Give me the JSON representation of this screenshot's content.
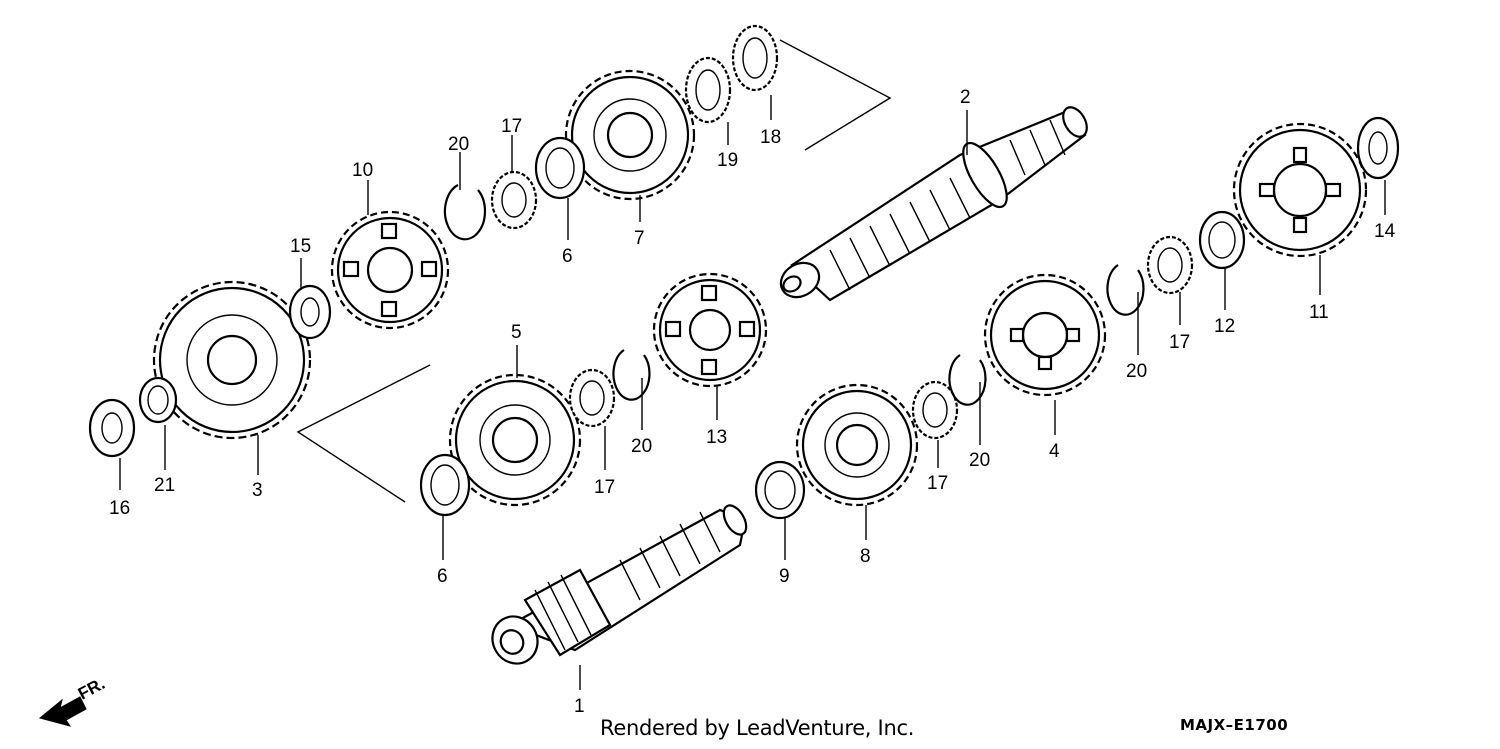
{
  "callouts": {
    "c1": "1",
    "c2": "2",
    "c3": "3",
    "c4": "4",
    "c5": "5",
    "c6a": "6",
    "c6b": "6",
    "c7": "7",
    "c8": "8",
    "c9": "9",
    "c10": "10",
    "c11": "11",
    "c12": "12",
    "c13": "13",
    "c14": "14",
    "c15": "15",
    "c16": "16",
    "c17a": "17",
    "c17b": "17",
    "c17c": "17",
    "c17d": "17",
    "c18": "18",
    "c19": "19",
    "c20a": "20",
    "c20b": "20",
    "c20c": "20",
    "c20d": "20",
    "c21": "21"
  },
  "front_indicator": "FR.",
  "credit": "Rendered by LeadVenture, Inc.",
  "diagram_code": "MAJX–E1700"
}
